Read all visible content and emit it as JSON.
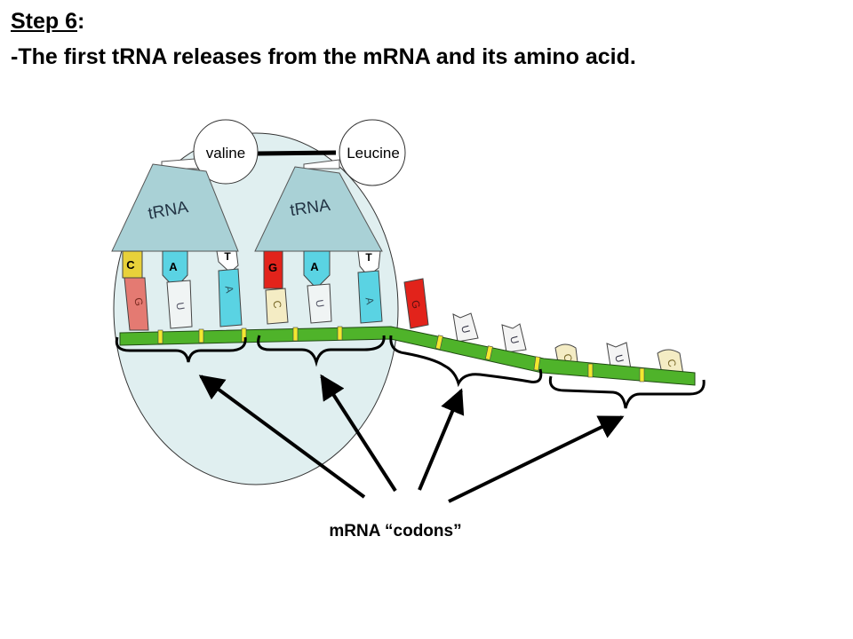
{
  "title": {
    "step": "Step 6",
    "colon": ":",
    "description": "-The first tRNA releases from the mRNA and its amino acid."
  },
  "amino_acids": {
    "left": "valine",
    "right": "Leucine"
  },
  "trna": {
    "left_label": "tRNA",
    "right_label": "tRNA"
  },
  "anticodons": {
    "left": [
      "C",
      "A",
      "T"
    ],
    "right": [
      "G",
      "A",
      "T"
    ]
  },
  "mrna_bases": [
    "G",
    "U",
    "A",
    "C",
    "U",
    "A",
    "G",
    "U",
    "U",
    "C",
    "U",
    "C"
  ],
  "caption": "mRNA “codons”",
  "colors": {
    "ribosome": "#e0eff0",
    "trna_body": "#a9d1d6",
    "mrna": "#4fb32a",
    "base_c": "#e8d13a",
    "base_a": "#5ad3e3",
    "base_g": "#e2231b",
    "base_g_pale": "#e47a72"
  }
}
